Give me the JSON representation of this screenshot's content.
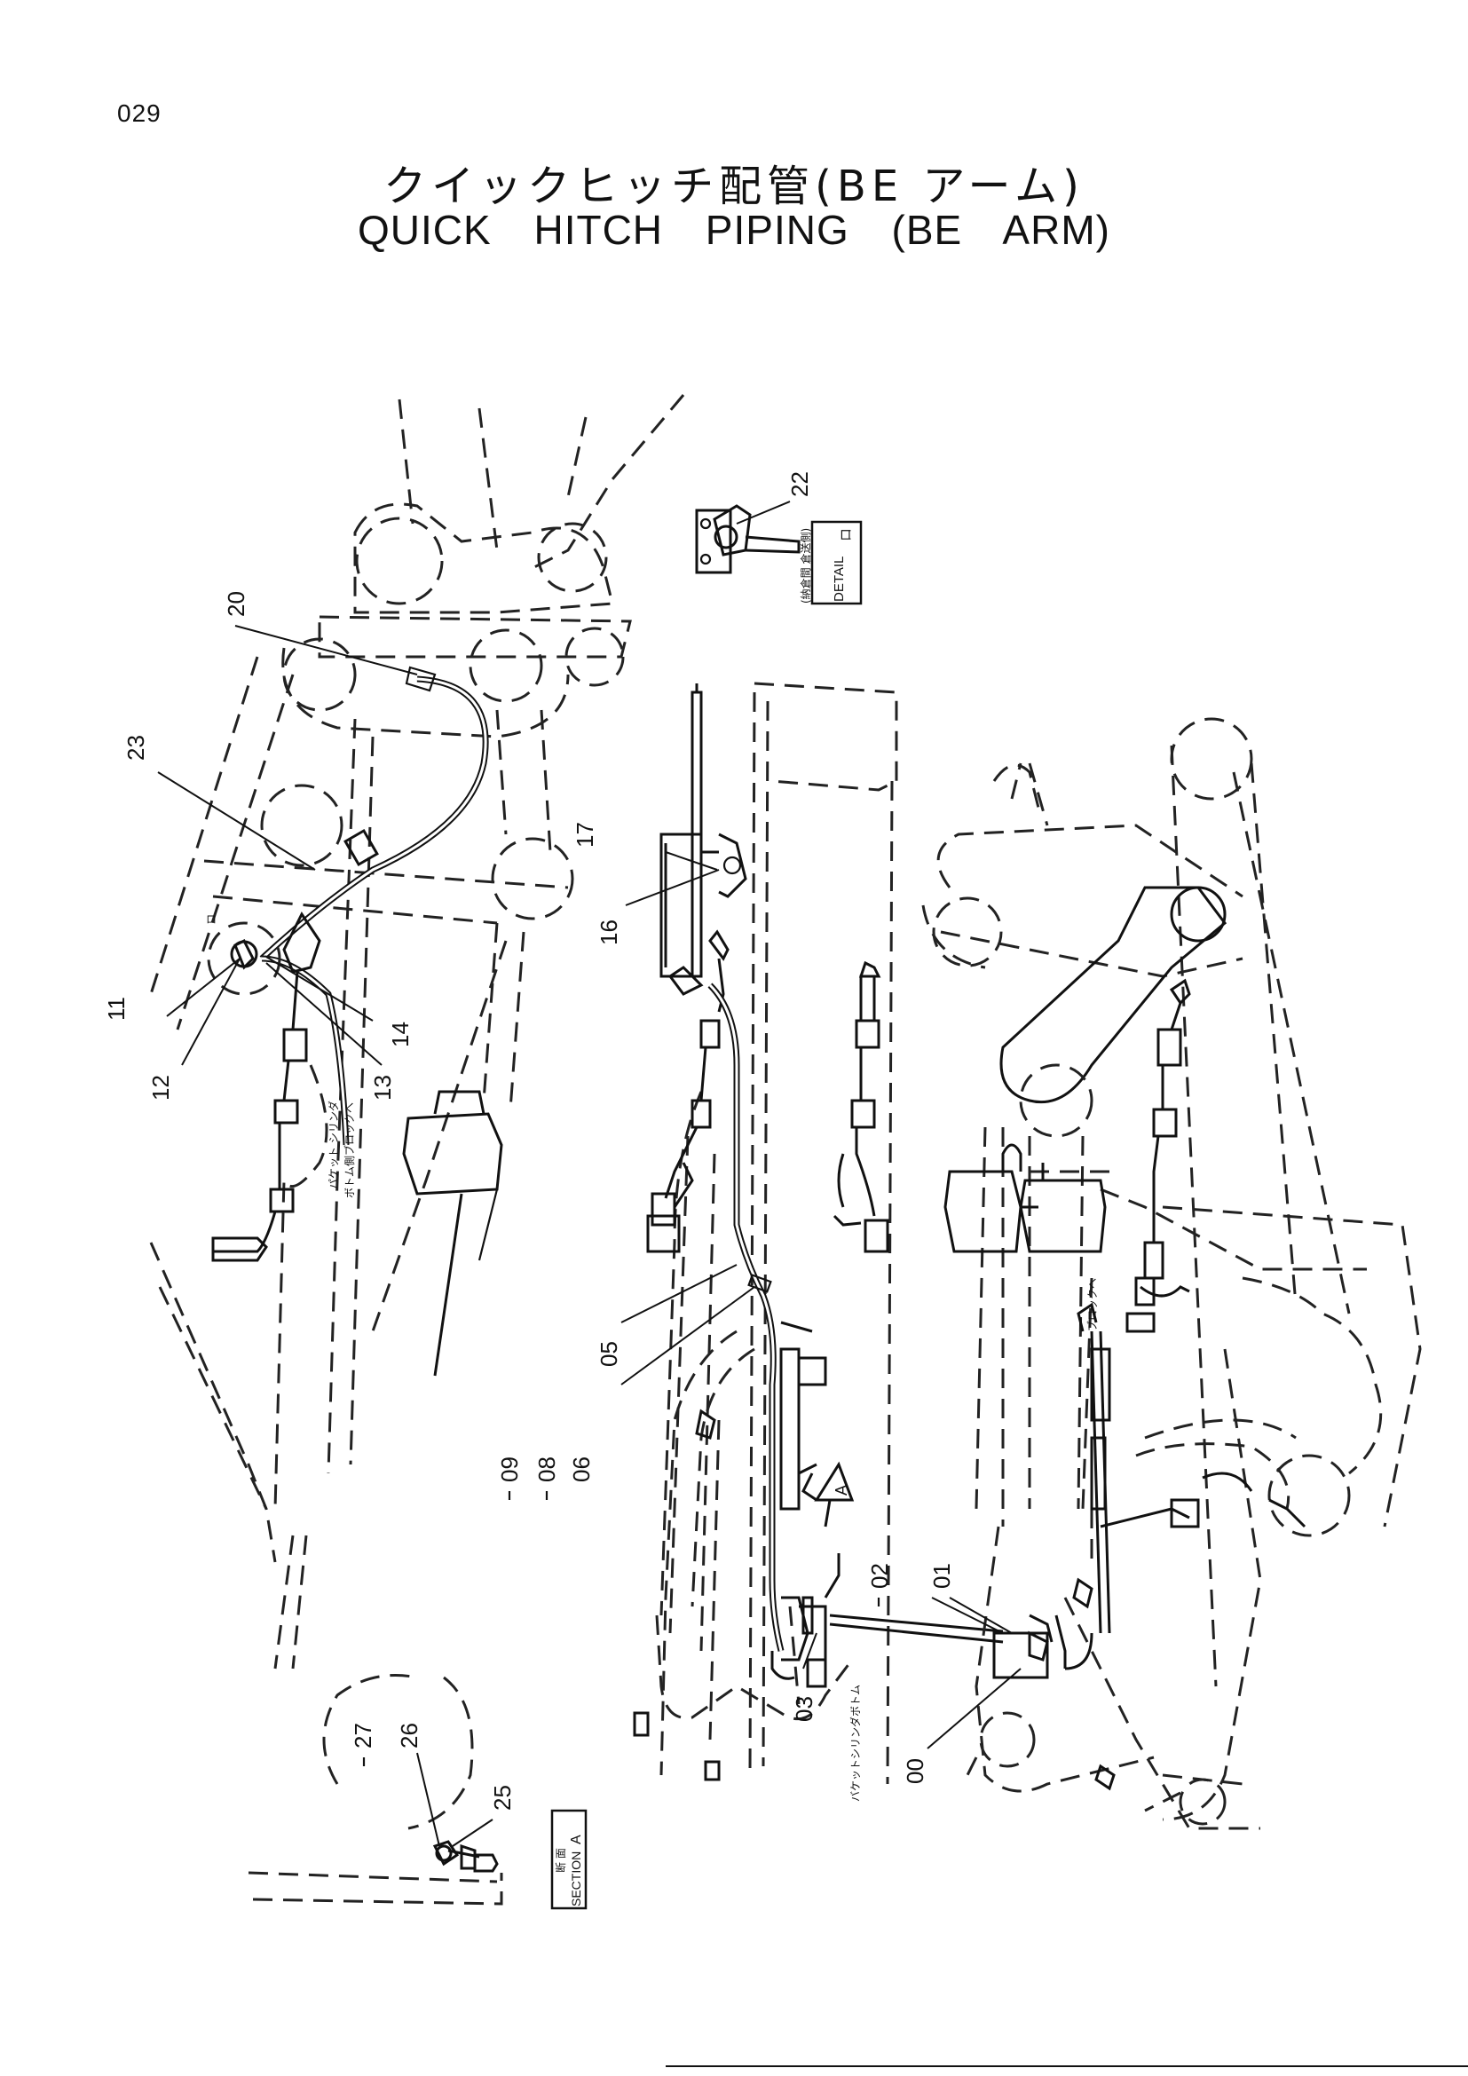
{
  "page": {
    "number": "029",
    "title_jp": "クイックヒッチ配管(BE アーム)",
    "title_en": "QUICK HITCH PIPING (BE ARM)"
  },
  "boxes": {
    "detail_label": "DETAIL",
    "detail_letter": "ロ",
    "detail_note": "(納倉間 倉送側)",
    "section_label": "SECTION",
    "section_letter": "A",
    "section_note": "断 面",
    "arrow_letter": "A"
  },
  "notes": {
    "bottom_left_note": "パケット シリンダ",
    "bottom_left_note2": "ボトム側ブロックへ",
    "bucket_cyl_note": "バケットシリンダボトム",
    "right_note": "ブロックへ",
    "small_label_a": "ロ"
  },
  "parts": [
    "00",
    "01",
    "02",
    "03",
    "05",
    "06",
    "08",
    "09",
    "11",
    "12",
    "13",
    "14",
    "16",
    "17",
    "20",
    "22",
    "23",
    "25",
    "26",
    "27"
  ]
}
